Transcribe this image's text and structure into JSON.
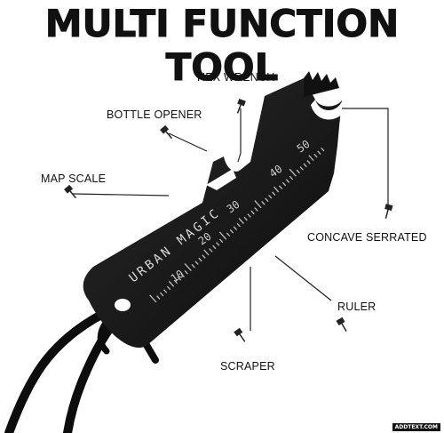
{
  "title": "MULTI FUNCTION TOOL",
  "labels": {
    "hex_wrench": "HEX WRENCH",
    "bottle_opener": "BOTTLE OPENER",
    "map_scale": "MAP SCALE",
    "concave_serrated": "CONCAVE SERRATED",
    "ruler": "RULER",
    "scraper": "SCRAPER"
  },
  "tool_engraving": "URBAN MAGIC",
  "ruler_numbers": [
    "10",
    "20",
    "30",
    "40",
    "50"
  ],
  "watermark": "ADDTEXT.COM",
  "colors": {
    "tool": "#111111",
    "background": "#ffffff",
    "engraving": "#cfcfcf",
    "leader": "#222222"
  }
}
